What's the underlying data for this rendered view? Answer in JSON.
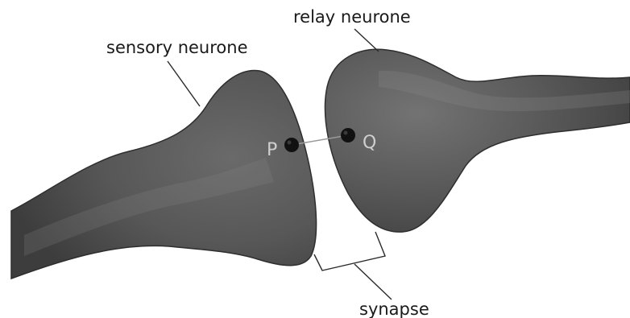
{
  "labels": {
    "relay_neurone": "relay neurone",
    "sensory_neurone": "sensory neurone",
    "synapse": "synapse",
    "point_p": "P",
    "point_q": "Q"
  },
  "colors": {
    "neurone_fill": "#555555",
    "neurone_edge": "#2e2e2e",
    "highlight": "#8a8a8a",
    "label_text": "#1a1a1a",
    "point_label_text": "#cfcfcf",
    "point_fill": "#111111"
  }
}
